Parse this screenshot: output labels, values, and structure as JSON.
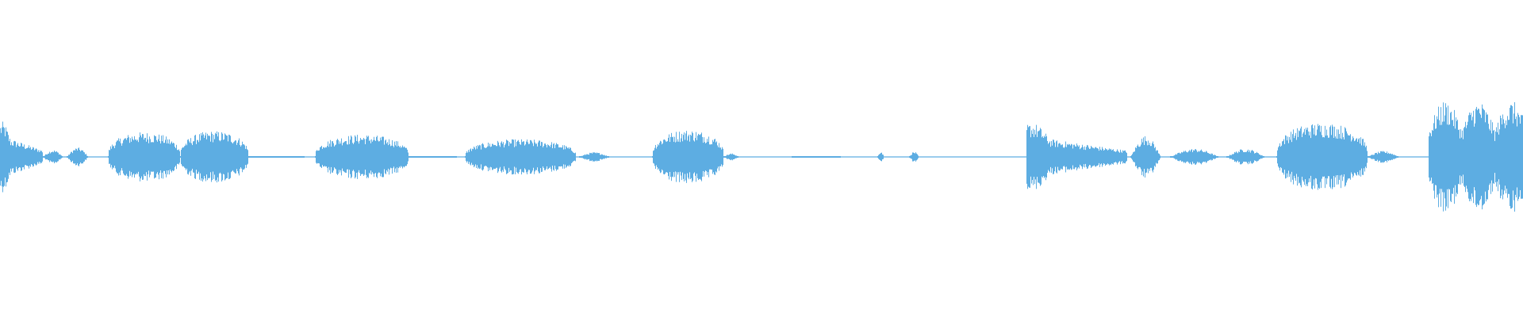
{
  "waveform": {
    "color": "#5dade2",
    "background": "#ffffff",
    "segments": [
      {
        "start": 0.0,
        "end": 0.028,
        "amp": 0.62,
        "shape": "decay"
      },
      {
        "start": 0.028,
        "end": 0.041,
        "amp": 0.12,
        "shape": "bump"
      },
      {
        "start": 0.044,
        "end": 0.058,
        "amp": 0.16,
        "shape": "bump"
      },
      {
        "start": 0.071,
        "end": 0.118,
        "amp": 0.42,
        "shape": "plateau"
      },
      {
        "start": 0.118,
        "end": 0.163,
        "amp": 0.44,
        "shape": "plateau"
      },
      {
        "start": 0.163,
        "end": 0.2,
        "amp": 0.02,
        "shape": "flat"
      },
      {
        "start": 0.207,
        "end": 0.268,
        "amp": 0.38,
        "shape": "plateau"
      },
      {
        "start": 0.268,
        "end": 0.3,
        "amp": 0.03,
        "shape": "flat"
      },
      {
        "start": 0.305,
        "end": 0.378,
        "amp": 0.3,
        "shape": "plateau"
      },
      {
        "start": 0.38,
        "end": 0.4,
        "amp": 0.08,
        "shape": "bump"
      },
      {
        "start": 0.428,
        "end": 0.475,
        "amp": 0.46,
        "shape": "plateau"
      },
      {
        "start": 0.475,
        "end": 0.485,
        "amp": 0.06,
        "shape": "bump"
      },
      {
        "start": 0.52,
        "end": 0.552,
        "amp": 0.03,
        "shape": "flat"
      },
      {
        "start": 0.576,
        "end": 0.58,
        "amp": 0.1,
        "shape": "bump"
      },
      {
        "start": 0.597,
        "end": 0.603,
        "amp": 0.09,
        "shape": "bump"
      },
      {
        "start": 0.674,
        "end": 0.74,
        "amp": 0.6,
        "shape": "decay"
      },
      {
        "start": 0.742,
        "end": 0.762,
        "amp": 0.36,
        "shape": "bump"
      },
      {
        "start": 0.768,
        "end": 0.8,
        "amp": 0.14,
        "shape": "bump"
      },
      {
        "start": 0.805,
        "end": 0.83,
        "amp": 0.14,
        "shape": "bump"
      },
      {
        "start": 0.838,
        "end": 0.898,
        "amp": 0.58,
        "shape": "plateau"
      },
      {
        "start": 0.898,
        "end": 0.918,
        "amp": 0.1,
        "shape": "bump"
      },
      {
        "start": 0.938,
        "end": 1.0,
        "amp": 0.95,
        "shape": "burst"
      }
    ]
  }
}
